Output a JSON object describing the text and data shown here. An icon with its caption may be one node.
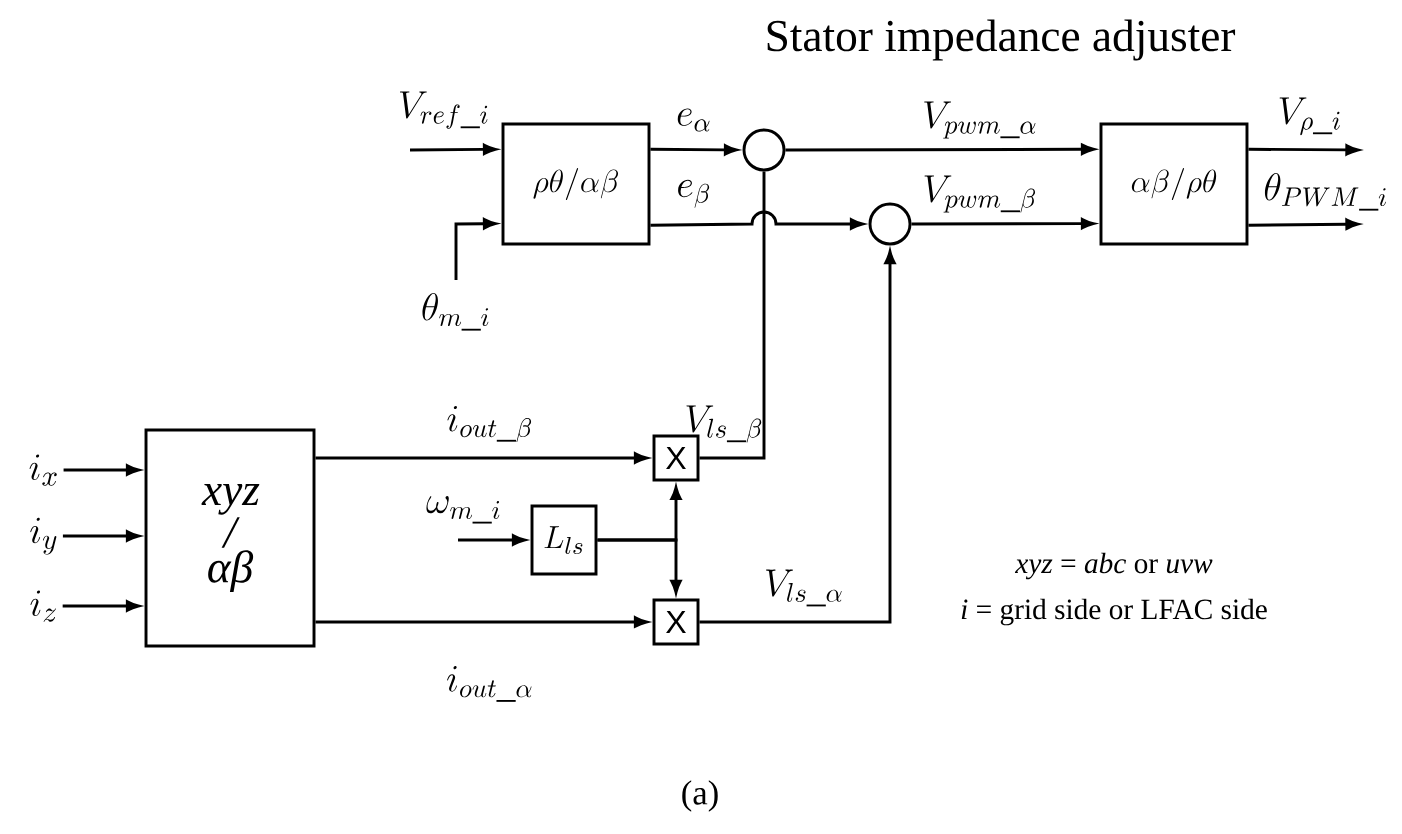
{
  "diagram": {
    "title": "Stator impedance adjuster",
    "caption": "(a)",
    "nodes": [
      {
        "text": [
          "\\rho\\theta/\\alpha\\beta"
        ]
      },
      {
        "text": [],
        "shape": "circle"
      },
      {
        "text": [],
        "shape": "circle"
      },
      {
        "text": [
          "\\alpha\\beta/\\rho\\theta"
        ]
      },
      {
        "text": [
          "i_x"
        ]
      },
      {
        "text": [
          "i_y"
        ]
      },
      {
        "text": [
          "i_z"
        ]
      },
      {
        "text": [
          "xyz / αβ"
        ]
      },
      {
        "text": [
          "X"
        ]
      },
      {
        "text": [
          "L_{ls}"
        ]
      },
      {
        "text": [
          "X"
        ]
      }
    ],
    "edges": [
      {
        "from": null,
        "to": 0,
        "arrow": "to",
        "label": "V_{ref\\_i}"
      },
      {
        "from": null,
        "to": 0,
        "arrow": "to",
        "label": "\\theta_{m\\_i}"
      },
      {
        "from": 0,
        "to": 1,
        "arrow": "to",
        "label": "e_{\\alpha}"
      },
      {
        "from": 0,
        "to": 2,
        "arrow": "to",
        "label": "e_{\\beta}"
      },
      {
        "from": 1,
        "to": 3,
        "arrow": "to",
        "label": "V_{pwm\\_\\alpha}"
      },
      {
        "from": 2,
        "to": 3,
        "arrow": "to",
        "label": "V_{pwm\\_\\beta}"
      },
      {
        "from": 3,
        "to": null,
        "arrow": "to",
        "label": "V_{\\rho\\_i}"
      },
      {
        "from": 3,
        "to": null,
        "arrow": "to",
        "label": "\\theta_{PWM\\_i}"
      },
      {
        "from": 4,
        "to": 7,
        "arrow": "to"
      },
      {
        "from": 5,
        "to": 7,
        "arrow": "to"
      },
      {
        "from": 6,
        "to": 7,
        "arrow": "to"
      },
      {
        "from": 7,
        "to": 8,
        "arrow": "to",
        "label": "i_{out\\_\\beta}"
      },
      {
        "from": 7,
        "to": 10,
        "arrow": "to",
        "label": "i_{out\\_\\alpha}"
      },
      {
        "from": null,
        "to": 9,
        "arrow": "to",
        "label": "\\omega_{m\\_i}"
      },
      {
        "from": 9,
        "to": 8,
        "arrow": "to"
      },
      {
        "from": 9,
        "to": 10,
        "arrow": "to"
      },
      {
        "from": 8,
        "to": 1,
        "arrow": "none",
        "label": "V_{ls\\_\\beta}"
      },
      {
        "from": 10,
        "to": 2,
        "arrow": "to",
        "label": "V_{ls\\_\\alpha}"
      }
    ],
    "labels": [
      "*xyz* = *abc* or *uvw*",
      "*i* = grid side or LFAC side"
    ]
  }
}
